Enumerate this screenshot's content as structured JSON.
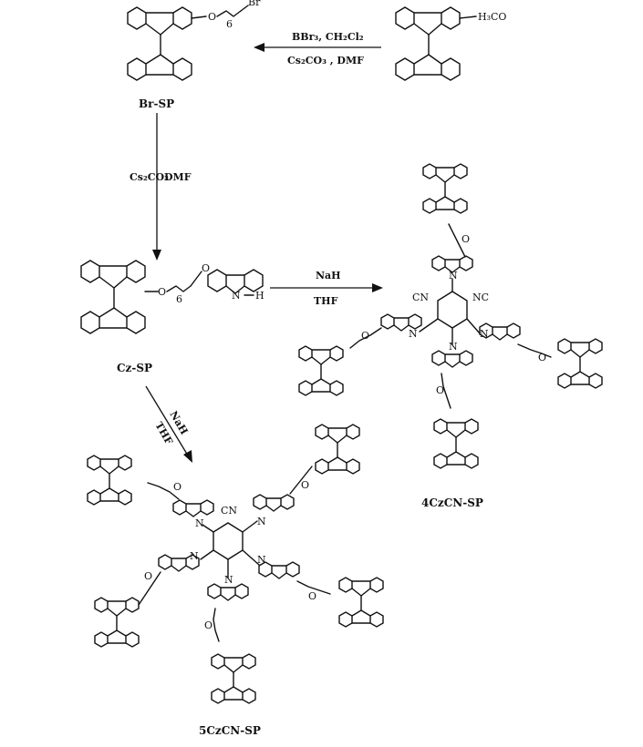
{
  "reagents": {
    "step1_top": "BBr₃, CH₂Cl₂",
    "step1_bottom": "Cs₂CO₃ , DMF",
    "step2_a": "DMF",
    "step2_b": "Cs₂CO₃",
    "step3_top": "NaH",
    "step3_bottom": "THF",
    "step4_top": "NaH",
    "step4_bottom": "THF"
  },
  "atoms": {
    "methoxy": "H₃CO",
    "oxygen": "O",
    "bromine": "Br",
    "nitrogen": "N",
    "hydrogen": "H",
    "cyano": "CN",
    "cyano_left": "NC",
    "chain_count": "6"
  },
  "compounds": {
    "br_sp": "Br-SP",
    "cz_sp": "Cz-SP",
    "cz4_cn_sp": "4CzCN-SP",
    "cz5_cn_sp": "5CzCN-SP"
  }
}
